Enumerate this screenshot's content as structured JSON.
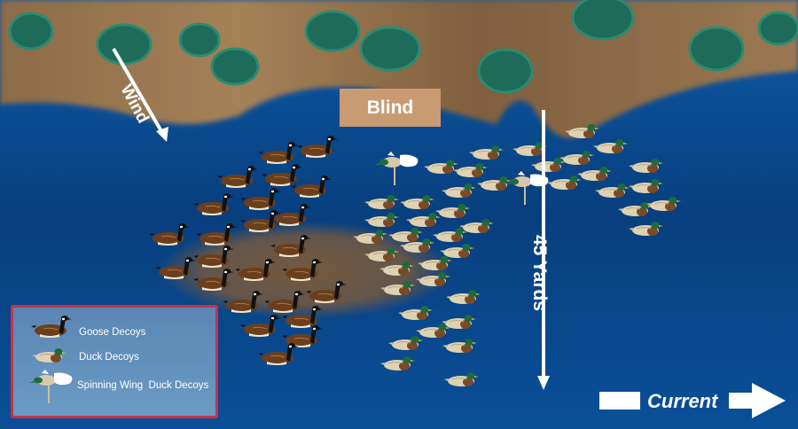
{
  "labels": {
    "blind": "Blind",
    "wind": "Wind",
    "distance": "45 Yards",
    "current": "Current"
  },
  "legend": {
    "goose": "Goose Decoys",
    "duck": "Duck Decoys",
    "spinning": "Spinning Wing  Duck Decoys"
  },
  "colors": {
    "water": "#0a4a8e",
    "land": "#8a6a45",
    "legend_border": "#c8324a"
  }
}
